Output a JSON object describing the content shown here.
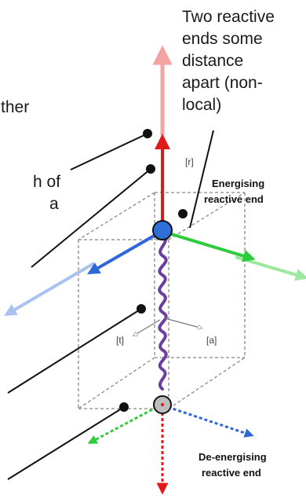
{
  "callout": {
    "lines": [
      "Two reactive",
      "ends some",
      "distance",
      "apart (non-",
      "local)"
    ]
  },
  "edge_text": {
    "ther": "ther",
    "h_of": "h of",
    "a": "a"
  },
  "labels": {
    "r": "[r]",
    "t": "[t]",
    "a": "[a]",
    "energising": [
      "Energising",
      "reactive end"
    ],
    "deenergising": [
      "De-energising",
      "reactive end"
    ]
  },
  "colors": {
    "vertical_axis": "#e0191a",
    "vertical_axis_faded": "#f4a3a3",
    "green_axis": "#2ecc3a",
    "blue_axis": "#2f67d8",
    "spring": "#6a3fa0",
    "top_node": "#2f6fd9",
    "bottom_node": "#bdbdbd",
    "box_edges": "#888888"
  }
}
